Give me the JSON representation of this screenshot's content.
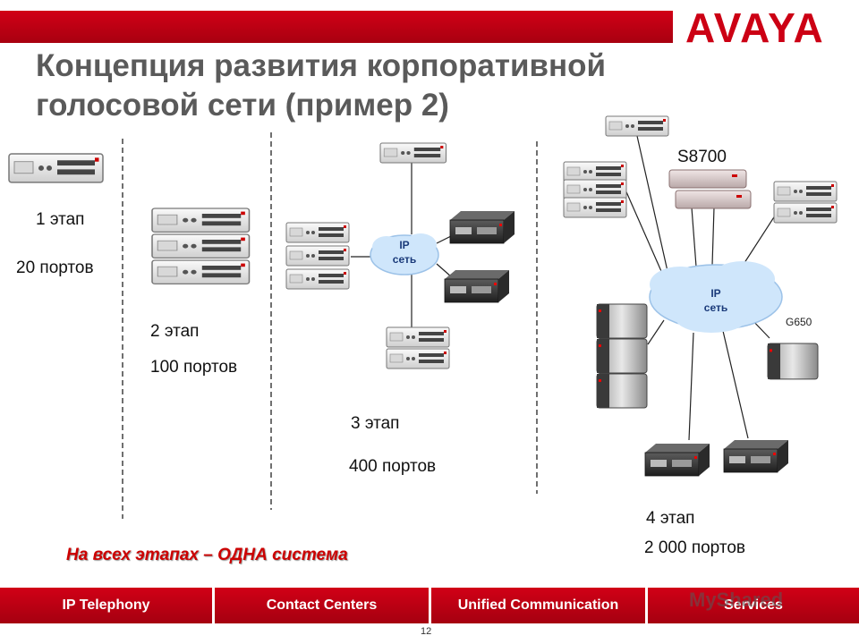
{
  "header": {
    "logo": "AVAYA",
    "title_line1": "Концепция развития корпоративной",
    "title_line2": "голосовой сети (пример 2)"
  },
  "stages": [
    {
      "stage": "1 этап",
      "ports": "20 портов"
    },
    {
      "stage": "2 этап",
      "ports": "100 портов"
    },
    {
      "stage": "3 этап",
      "ports": "400 портов"
    },
    {
      "stage": "4 этап",
      "ports": "2 000 портов"
    }
  ],
  "network": {
    "cloud1_line1": "IP",
    "cloud1_line2": "сеть",
    "cloud2_line1": "IP",
    "cloud2_line2": "сеть",
    "server_label": "S8700",
    "gateway_label": "G650"
  },
  "slogan": "На всех этапах – ОДНА система",
  "footer": {
    "tabs": [
      "IP Telephony",
      "Contact Centers",
      "Unified Communication",
      "Services"
    ]
  },
  "page_number": "12",
  "watermark": "MyShared",
  "colors": {
    "brand_red": "#cc0014",
    "title_gray": "#5a5a5a",
    "cloud_blue": "#cfe6fb"
  }
}
